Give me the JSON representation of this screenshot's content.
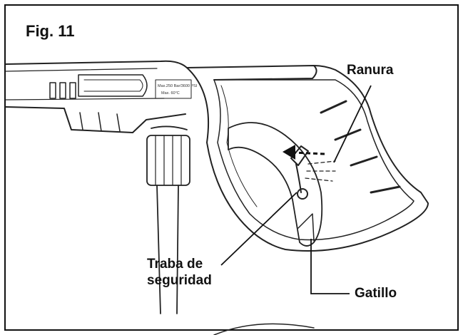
{
  "figure": {
    "title": "Fig. 11",
    "labels": {
      "slot": "Ranura",
      "safety_lock_line1": "Traba de",
      "safety_lock_line2": "seguridad",
      "trigger": "Gatillo"
    },
    "embossed_text": {
      "line1": "Max.250 Bar/3600 PSI",
      "line2": "Max. 60°C"
    }
  },
  "colors": {
    "ink": "#111111",
    "line": "#333333",
    "background": "#ffffff"
  }
}
